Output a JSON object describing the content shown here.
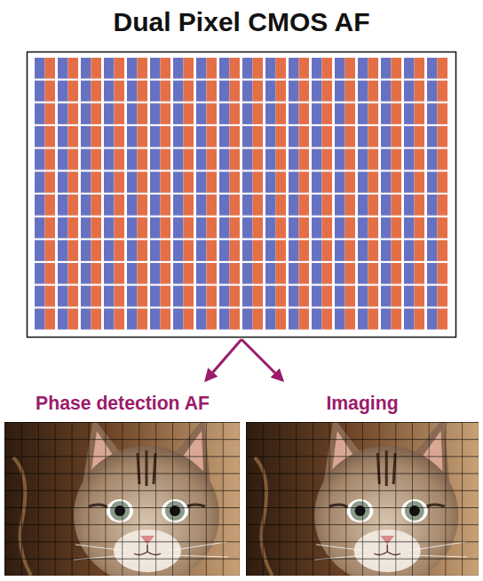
{
  "diagram": {
    "title": "Dual Pixel CMOS AF",
    "nodes": [
      {
        "text": [
          "Phase detection AF"
        ]
      },
      {
        "text": [
          "Imaging"
        ]
      }
    ]
  }
}
